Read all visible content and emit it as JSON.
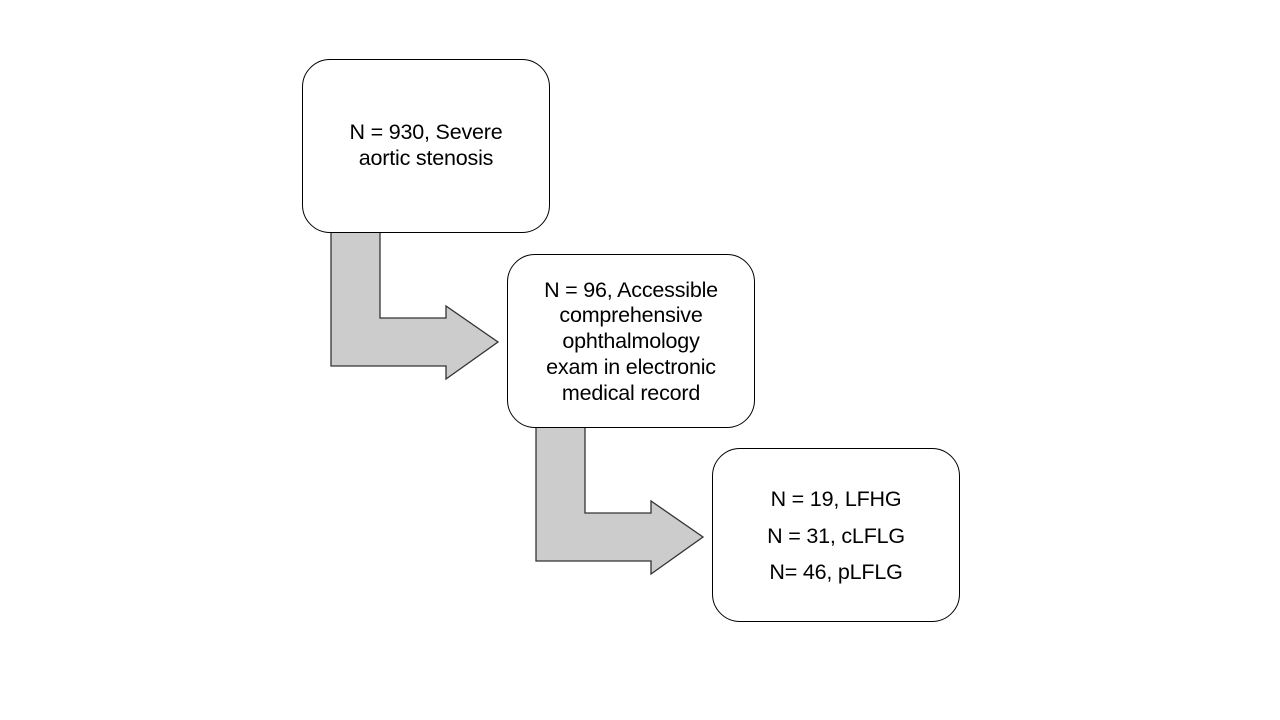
{
  "diagram": {
    "type": "flowchart",
    "direction": "top-left to bottom-right cascade",
    "colors": {
      "box_fill": "#ffffff",
      "box_border": "#000000",
      "arrow_fill": "#cccccc",
      "arrow_stroke": "#333333",
      "text": "#000000"
    },
    "nodes": [
      {
        "id": "step-1",
        "lines": [
          "N = 930, Severe",
          "aortic stenosis"
        ]
      },
      {
        "id": "step-2",
        "lines": [
          "N = 96, Accessible",
          "comprehensive",
          "ophthalmology",
          "exam in electronic",
          "medical record"
        ]
      },
      {
        "id": "step-3",
        "lines": [
          "N = 19, LFHG",
          "N = 31, cLFLG",
          "N= 46, pLFLG"
        ]
      }
    ],
    "edges": [
      {
        "from": "step-1",
        "to": "step-2",
        "shape": "bent-arrow-down-right"
      },
      {
        "from": "step-2",
        "to": "step-3",
        "shape": "bent-arrow-down-right"
      }
    ]
  }
}
